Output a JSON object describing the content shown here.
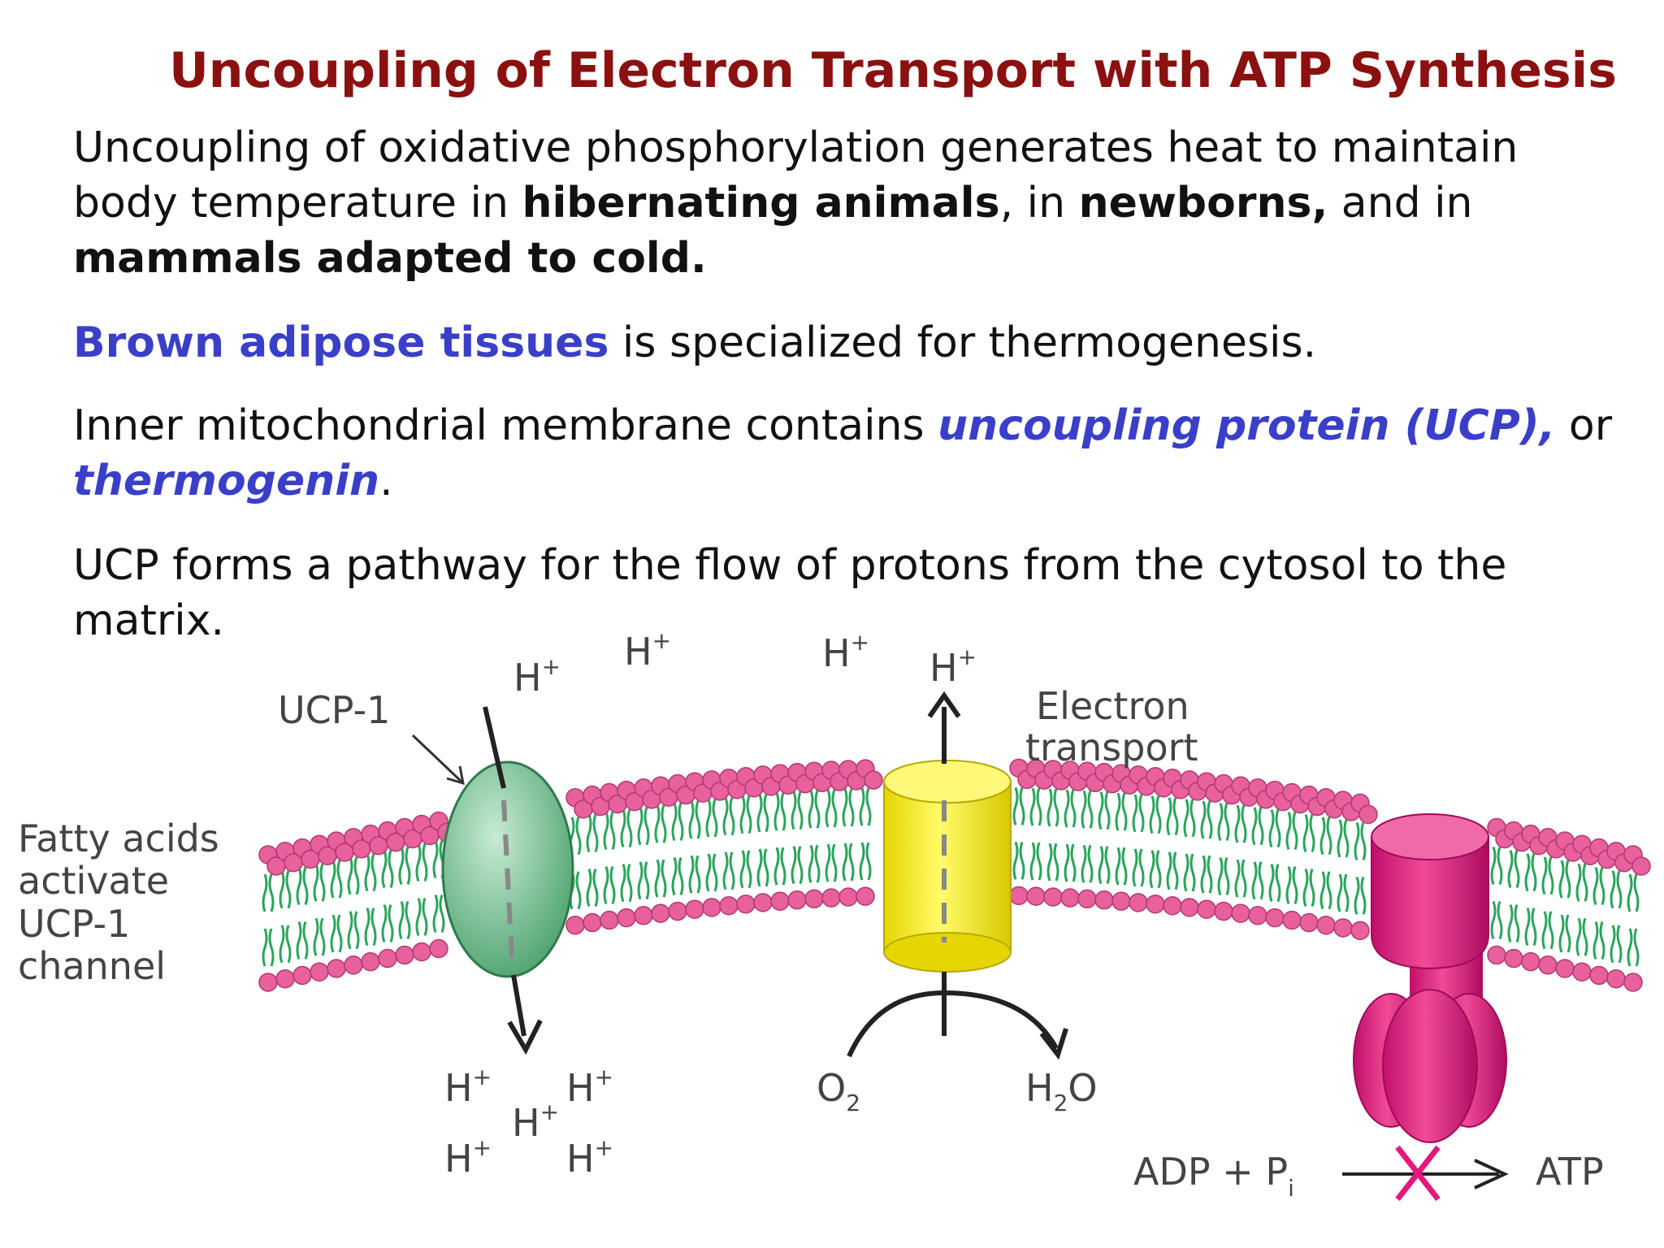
{
  "title": "Uncoupling of Electron Transport with ATP Synthesis",
  "paragraph1": {
    "t1": "Uncoupling of oxidative phosphorylation generates heat to maintain body temperature in ",
    "b1": "hibernating animals",
    "t2": ", in ",
    "b2": "newborns,",
    "t3": " and in ",
    "b3": "mammals adapted to cold."
  },
  "paragraph2": {
    "blue": "Brown adipose tissues",
    "rest": " is specialized for thermogenesis."
  },
  "paragraph3": {
    "t1": "Inner mitochondrial membrane contains ",
    "blue1": "uncoupling protein (UCP),",
    "t2": " or ",
    "blue2": "thermogenin",
    "t3": "."
  },
  "paragraph4": "UCP forms a pathway for the flow of protons from the cytosol to the matrix.",
  "diagram": {
    "proton": "H",
    "charge": "+",
    "ucp_label": "UCP-1",
    "fatty_acids_lines": [
      "Fatty acids",
      "activate",
      "UCP-1",
      "channel"
    ],
    "electron_transport_lines": [
      "Electron",
      "transport"
    ],
    "o2": "O",
    "h2o_h": "H",
    "h2o_o": "O",
    "sub2": "2",
    "adp_text": "ADP + P",
    "pi_sub": "i",
    "atp": "ATP",
    "colors": {
      "head": "#e8609c",
      "tail": "#2aa55c",
      "ucp": "#6fbf8e",
      "etc": "#f5ee1c",
      "atp_synthase": "#e4187a",
      "cross": "#e4187a"
    }
  }
}
